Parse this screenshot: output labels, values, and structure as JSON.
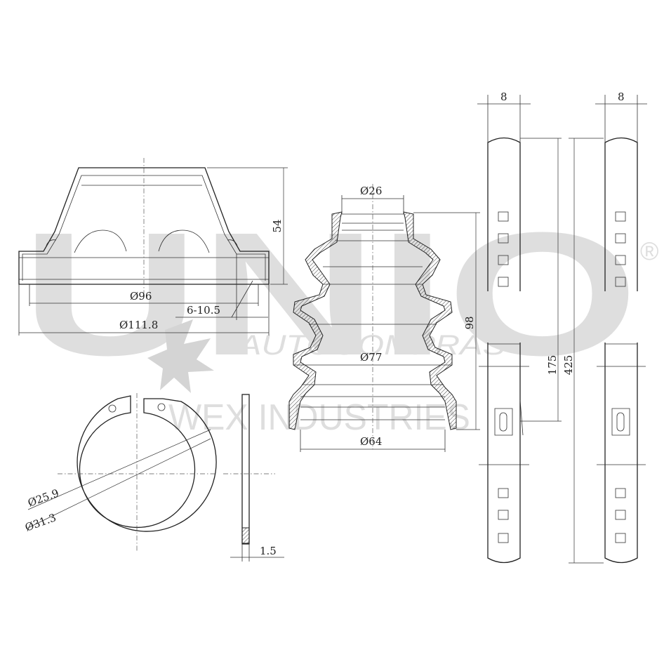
{
  "watermark": {
    "brand": "UNIO",
    "registered": "®",
    "line1": "AUTOCOMPRAS",
    "line2": "WEX INDUSTRIES"
  },
  "cap_boot": {
    "height": "54",
    "inner_diameter": "Ø96",
    "outer_diameter": "Ø111.8",
    "flange": "6-10.5"
  },
  "bellows_boot": {
    "small_diameter": "Ø26",
    "middle_diameter": "Ø77",
    "large_diameter": "Ø64",
    "height": "98"
  },
  "circlip": {
    "inner_diameter": "Ø25.9",
    "outer_diameter": "Ø31.3",
    "thickness": "1.5"
  },
  "clamp_left": {
    "width": "8",
    "inner_length": "175",
    "overall_length": "425"
  },
  "clamp_right": {
    "width": "8"
  }
}
